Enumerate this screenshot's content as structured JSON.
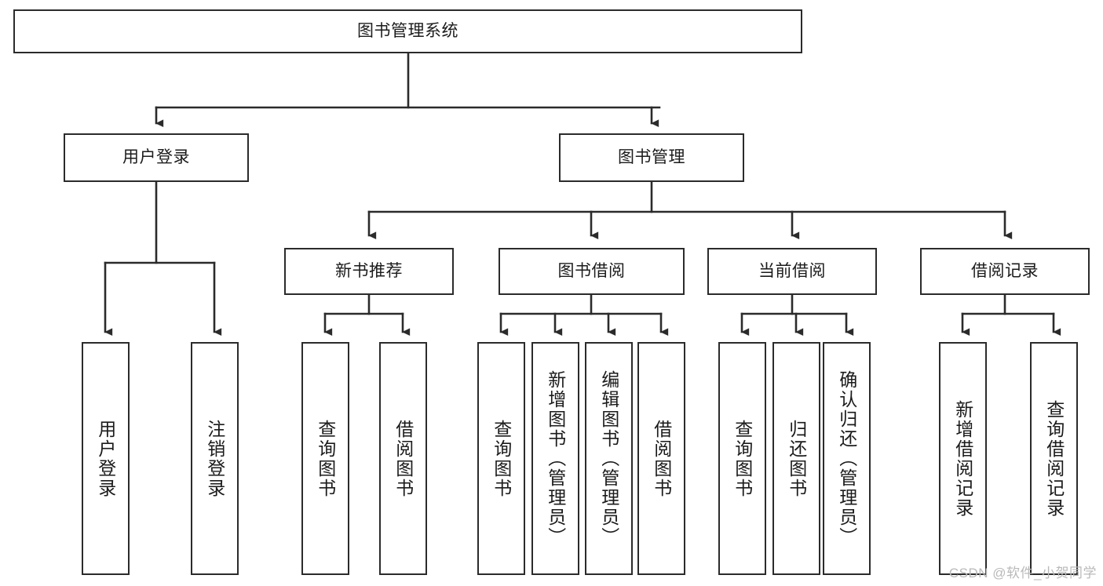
{
  "diagram": {
    "type": "tree-hierarchy",
    "title": "图书管理系统",
    "root": {
      "label": "图书管理系统"
    },
    "level2": [
      {
        "id": "user-login",
        "label": "用户登录"
      },
      {
        "id": "book-management",
        "label": "图书管理"
      }
    ],
    "level3": [
      {
        "id": "new-book-recommend",
        "label": "新书推荐",
        "parent": "book-management"
      },
      {
        "id": "book-borrow",
        "label": "图书借阅",
        "parent": "book-management"
      },
      {
        "id": "current-borrow",
        "label": "当前借阅",
        "parent": "book-management"
      },
      {
        "id": "borrow-record",
        "label": "借阅记录",
        "parent": "book-management"
      }
    ],
    "leaves": [
      {
        "id": "leaf-user-login",
        "label": "用户登录",
        "parent": "user-login"
      },
      {
        "id": "leaf-logout",
        "label": "注销登录",
        "parent": "user-login"
      },
      {
        "id": "leaf-query-book-1",
        "label": "查询图书",
        "parent": "new-book-recommend"
      },
      {
        "id": "leaf-borrow-book-1",
        "label": "借阅图书",
        "parent": "new-book-recommend"
      },
      {
        "id": "leaf-query-book-2",
        "label": "查询图书",
        "parent": "book-borrow"
      },
      {
        "id": "leaf-add-book",
        "label": "新增图书（管理员）",
        "parent": "book-borrow"
      },
      {
        "id": "leaf-edit-book",
        "label": "编辑图书（管理员）",
        "parent": "book-borrow"
      },
      {
        "id": "leaf-borrow-book-2",
        "label": "借阅图书",
        "parent": "book-borrow"
      },
      {
        "id": "leaf-query-book-3",
        "label": "查询图书",
        "parent": "current-borrow"
      },
      {
        "id": "leaf-return-book",
        "label": "归还图书",
        "parent": "current-borrow"
      },
      {
        "id": "leaf-confirm-return",
        "label": "确认归还（管理员）",
        "parent": "current-borrow"
      },
      {
        "id": "leaf-add-record",
        "label": "新增借阅记录",
        "parent": "borrow-record"
      },
      {
        "id": "leaf-query-record",
        "label": "查询借阅记录",
        "parent": "borrow-record"
      }
    ],
    "colors": {
      "stroke": "#2b2b2b",
      "fill": "#ffffff",
      "text": "#1b1b1b",
      "watermark": "#b9b9b9"
    }
  },
  "watermark": {
    "text": "CSDN @软件_小贺同学"
  }
}
